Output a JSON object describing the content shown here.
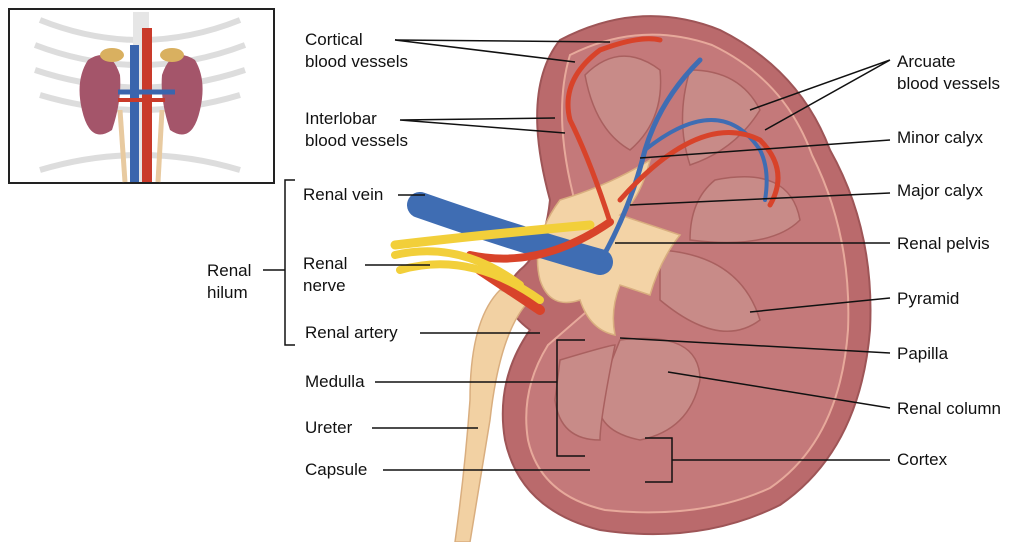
{
  "labels": {
    "cortical_1": "Cortical",
    "cortical_2": "blood vessels",
    "interlobar_1": "Interlobar",
    "interlobar_2": "blood vessels",
    "renal_vein": "Renal vein",
    "renal_nerve_1": "Renal",
    "renal_nerve_2": "nerve",
    "renal_artery": "Renal artery",
    "renal_hilum_1": "Renal",
    "renal_hilum_2": "hilum",
    "medulla": "Medulla",
    "ureter": "Ureter",
    "capsule": "Capsule",
    "arcuate_1": "Arcuate",
    "arcuate_2": "blood vessels",
    "minor_calyx": "Minor calyx",
    "major_calyx": "Major calyx",
    "renal_pelvis": "Renal pelvis",
    "pyramid": "Pyramid",
    "papilla": "Papilla",
    "renal_column": "Renal column",
    "cortex": "Cortex"
  },
  "colors": {
    "cortex": "#b9676a",
    "medulla": "#c98a86",
    "pelvis": "#f5d5a8",
    "artery": "#d8432a",
    "vein": "#3f6db3",
    "nerve": "#f2cf3a"
  }
}
